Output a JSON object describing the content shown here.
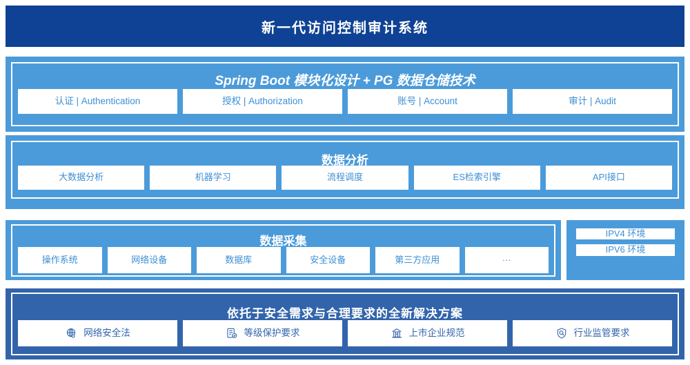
{
  "header": {
    "title": "新一代访问控制审计系统",
    "bg_color": "#0f4294",
    "text_color": "#ffffff"
  },
  "theme": {
    "panel_blue": "#4b9bda",
    "panel_dark_blue": "#3264ab",
    "chip_bg": "#ffffff",
    "chip_text": "#3d8fd4",
    "chip_text_dark": "#3264ab"
  },
  "sections": {
    "springboot": {
      "title": "Spring Boot 模块化设计 + PG 数据仓储技术",
      "items": [
        {
          "label": "认证 | Authentication"
        },
        {
          "label": "授权 | Authorization"
        },
        {
          "label": "账号 | Account"
        },
        {
          "label": "审计 | Audit"
        }
      ]
    },
    "analysis": {
      "title": "数据分析",
      "items": [
        {
          "label": "大数据分析"
        },
        {
          "label": "机器学习"
        },
        {
          "label": "流程调度"
        },
        {
          "label": "ES检索引擎"
        },
        {
          "label": "API接口"
        }
      ]
    },
    "collect": {
      "title": "数据采集",
      "items": [
        {
          "label": "操作系统"
        },
        {
          "label": "网络设备"
        },
        {
          "label": "数据库"
        },
        {
          "label": "安全设备"
        },
        {
          "label": "第三方应用"
        },
        {
          "label": "···"
        }
      ]
    },
    "ipv": {
      "items": [
        {
          "label": "IPV4 环境"
        },
        {
          "label": "IPV6 环境"
        }
      ]
    },
    "solution": {
      "title": "依托于安全需求与合理要求的全新解决方案",
      "items": [
        {
          "label": "网络安全法",
          "icon": "globe-network-icon"
        },
        {
          "label": "等级保护要求",
          "icon": "document-check-icon"
        },
        {
          "label": "上市企业规范",
          "icon": "bank-building-icon"
        },
        {
          "label": "行业监管要求",
          "icon": "shield-search-icon"
        }
      ]
    }
  }
}
